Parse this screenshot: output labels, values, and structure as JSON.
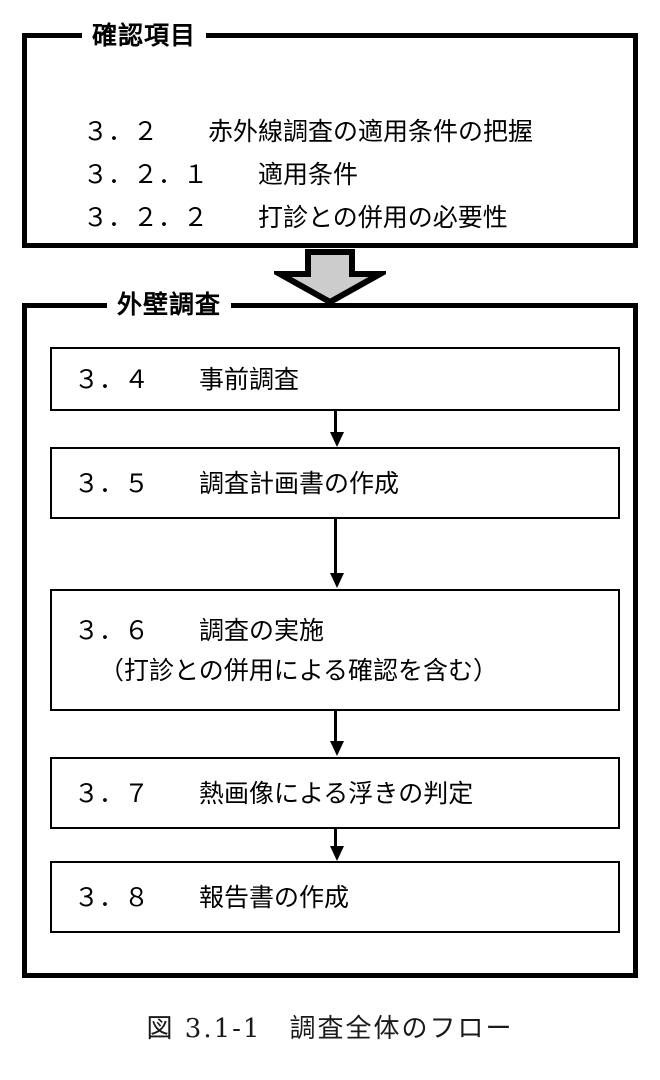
{
  "figure": {
    "caption": "図 3.1-1　調査全体のフロー",
    "colors": {
      "ink": "#000000",
      "arrow_fill": "#CCCCCC",
      "background": "#FFFFFF"
    }
  },
  "groups": [
    {
      "id": "verify",
      "title": "確認項目",
      "lines": [
        "３．２　　赤外線調査の適用条件の把握",
        "３．２．１　　適用条件",
        "３．２．２　　打診との併用の必要性"
      ]
    },
    {
      "id": "survey",
      "title": "外壁調査"
    }
  ],
  "steps": [
    {
      "id": "3.4",
      "line1": "３．４　　事前調査",
      "line2": ""
    },
    {
      "id": "3.5",
      "line1": "３．５　　調査計画書の作成",
      "line2": ""
    },
    {
      "id": "3.6",
      "line1": "３．６　　調査の実施",
      "line2": "（打診との併用による確認を含む）"
    },
    {
      "id": "3.7",
      "line1": "３．７　　熱画像による浮きの判定",
      "line2": ""
    },
    {
      "id": "3.8",
      "line1": "３．８　　報告書の作成",
      "line2": ""
    }
  ],
  "connectors": [
    {
      "id": "conn-1",
      "from": "3.4",
      "to": "3.5",
      "kind": "down-arrow"
    },
    {
      "id": "conn-2",
      "from": "3.5",
      "to": "3.6",
      "kind": "down-arrow"
    },
    {
      "id": "conn-3",
      "from": "3.6",
      "to": "3.7",
      "kind": "down-arrow"
    },
    {
      "id": "conn-4",
      "from": "3.7",
      "to": "3.8",
      "kind": "down-arrow"
    }
  ],
  "block_arrow": {
    "kind": "down-block-arrow",
    "from": "verify",
    "to": "survey"
  }
}
